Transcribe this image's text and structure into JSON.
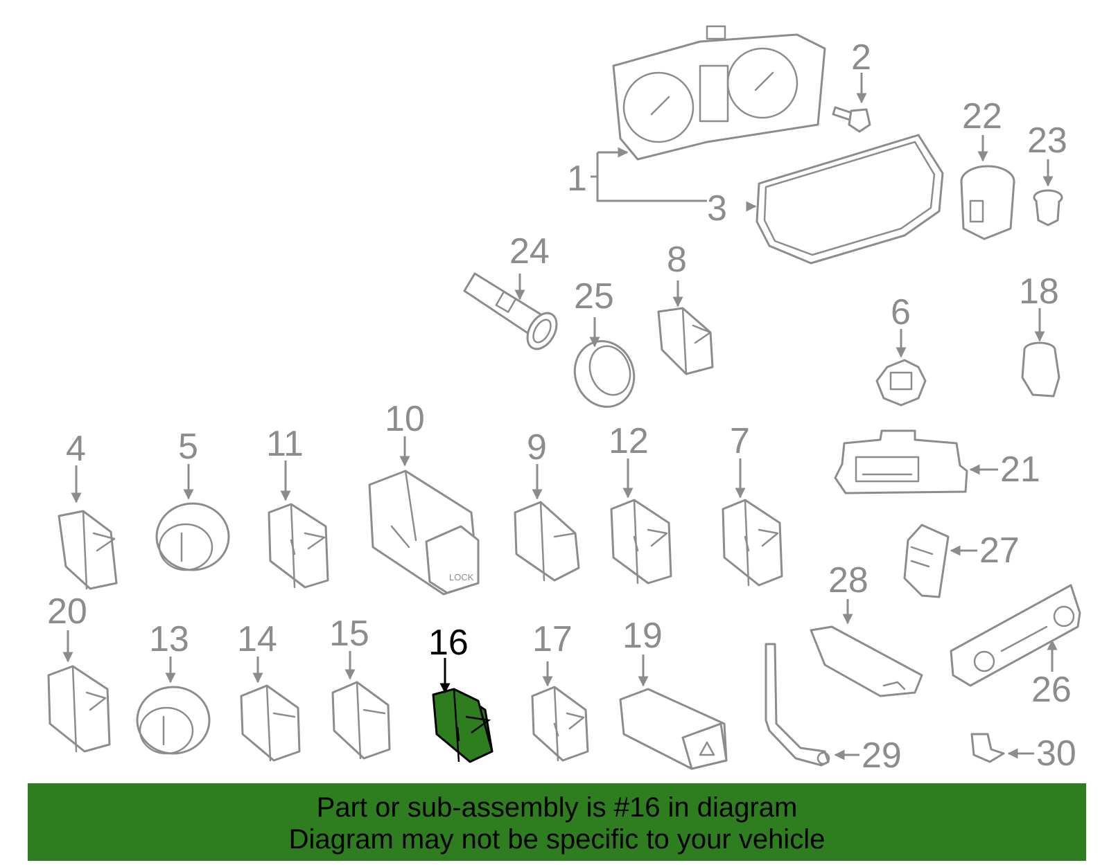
{
  "callouts": {
    "c1": "1",
    "c2": "2",
    "c3": "3",
    "c4": "4",
    "c5": "5",
    "c6": "6",
    "c7": "7",
    "c8": "8",
    "c9": "9",
    "c10": "10",
    "c11": "11",
    "c12": "12",
    "c13": "13",
    "c14": "14",
    "c15": "15",
    "c16": "16",
    "c17": "17",
    "c18": "18",
    "c19": "19",
    "c20": "20",
    "c21": "21",
    "c22": "22",
    "c23": "23",
    "c24": "24",
    "c25": "25",
    "c26": "26",
    "c27": "27",
    "c28": "28",
    "c29": "29",
    "c30": "30"
  },
  "part10_label": "LOCK",
  "banner": {
    "line1": "Part or sub-assembly is #16 in diagram",
    "line2": "Diagram may not be specific to your vehicle"
  },
  "colors": {
    "highlight": "#2e7d1f",
    "line_art": "#8c8c8c",
    "selected_text": "#000000"
  }
}
